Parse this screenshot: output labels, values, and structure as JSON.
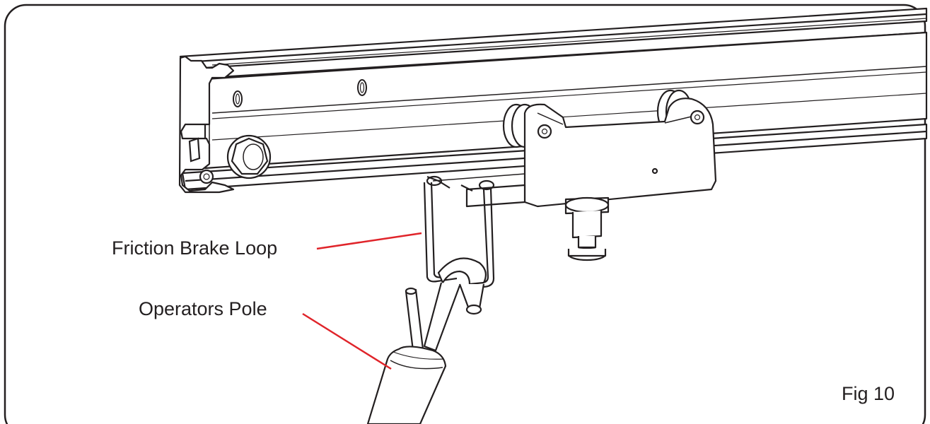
{
  "labels": {
    "friction_brake_loop": "Friction Brake Loop",
    "operators_pole": "Operators Pole",
    "figure_number": "Fig 10"
  },
  "colors": {
    "frame": "#231f20",
    "line_art": "#231f20",
    "leader": "#e0242a",
    "background": "#ffffff"
  }
}
